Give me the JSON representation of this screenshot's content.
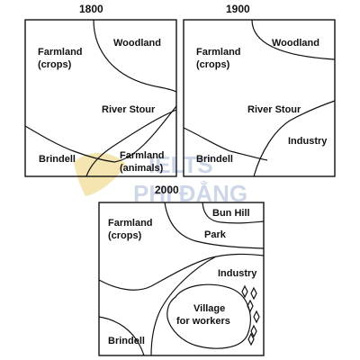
{
  "maps": [
    {
      "year": "1800",
      "labels": {
        "farmland_crops_1": "Farmland",
        "farmland_crops_2": "(crops)",
        "woodland": "Woodland",
        "river": "River Stour",
        "town": "Brindell",
        "farmland_animals_1": "Farmland",
        "farmland_animals_2": "(animals)"
      }
    },
    {
      "year": "1900",
      "labels": {
        "farmland_crops_1": "Farmland",
        "farmland_crops_2": "(crops)",
        "woodland": "Woodland",
        "river": "River Stour",
        "town": "Brindell",
        "industry": "Industry"
      }
    },
    {
      "year": "2000",
      "labels": {
        "farmland_crops_1": "Farmland",
        "farmland_crops_2": "(crops)",
        "bun_hill": "Bun Hill",
        "park": "Park",
        "industry": "Industry",
        "village_1": "Village",
        "village_2": "for workers",
        "town": "Brindell"
      }
    }
  ],
  "watermark": {
    "line1": "IELTS",
    "line2": "PHI ĐẲNG",
    "color": "#c9d3e6"
  },
  "colors": {
    "ink": "#111111",
    "watermark_blue": "#c9d3e6",
    "watermark_yellow": "#f3e2a9"
  }
}
